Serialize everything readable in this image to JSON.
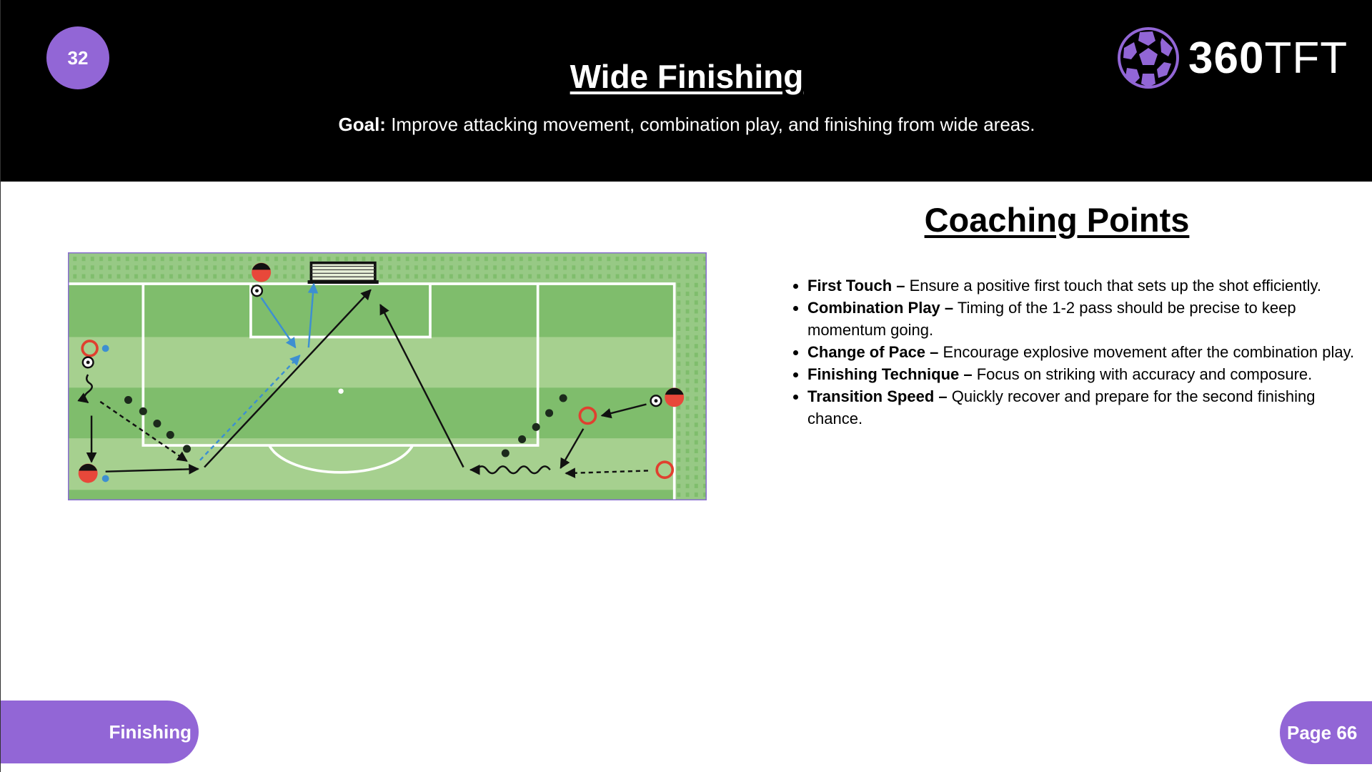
{
  "header": {
    "drill_number": "32",
    "title": "Wide Finishing",
    "goal_label": "Goal:",
    "goal_text": " Improve attacking movement, combination play, and finishing from wide areas.",
    "logo_text_bold": "360",
    "logo_text_light": "TFT"
  },
  "coaching": {
    "title": "Coaching Points",
    "points": [
      {
        "label": "First Touch –",
        "text": " Ensure a positive first touch that sets up the shot efficiently."
      },
      {
        "label": "Combination Play –",
        "text": " Timing of the 1-2 pass should be precise to keep momentum going."
      },
      {
        "label": "Change of Pace –",
        "text": " Encourage explosive movement after the combination play."
      },
      {
        "label": "Finishing Technique –",
        "text": " Focus on striking with accuracy and composure."
      },
      {
        "label": "Transition Speed –",
        "text": " Quickly recover and prepare for the second finishing chance."
      }
    ]
  },
  "footer": {
    "category": "Finishing",
    "page": "Page 66"
  },
  "colors": {
    "accent": "#9266d6",
    "pitch_dark": "#7fbd6c",
    "pitch_light": "#a6d08f",
    "player_red": "#e8483a",
    "pass_blue": "#3d8fd1"
  }
}
